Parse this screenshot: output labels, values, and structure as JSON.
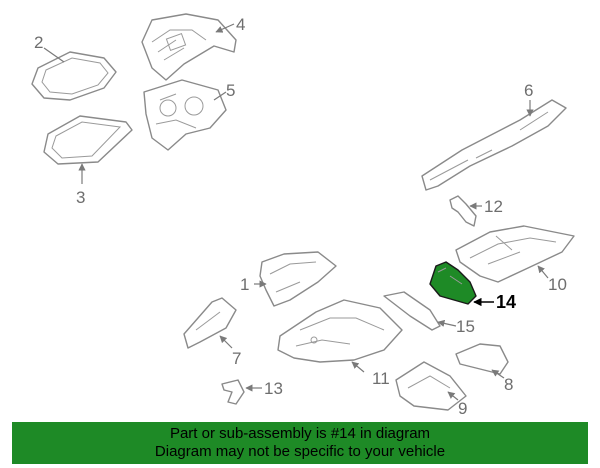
{
  "highlight_color": "#1e8a26",
  "callouts": {
    "c1": "1",
    "c2": "2",
    "c3": "3",
    "c4": "4",
    "c5": "5",
    "c6": "6",
    "c7": "7",
    "c8": "8",
    "c9": "9",
    "c10": "10",
    "c11": "11",
    "c12": "12",
    "c13": "13",
    "c14": "14",
    "c15": "15"
  },
  "banner": {
    "line1": "Part or sub-assembly is #14 in diagram",
    "line2": "Diagram may not be specific to your vehicle"
  }
}
